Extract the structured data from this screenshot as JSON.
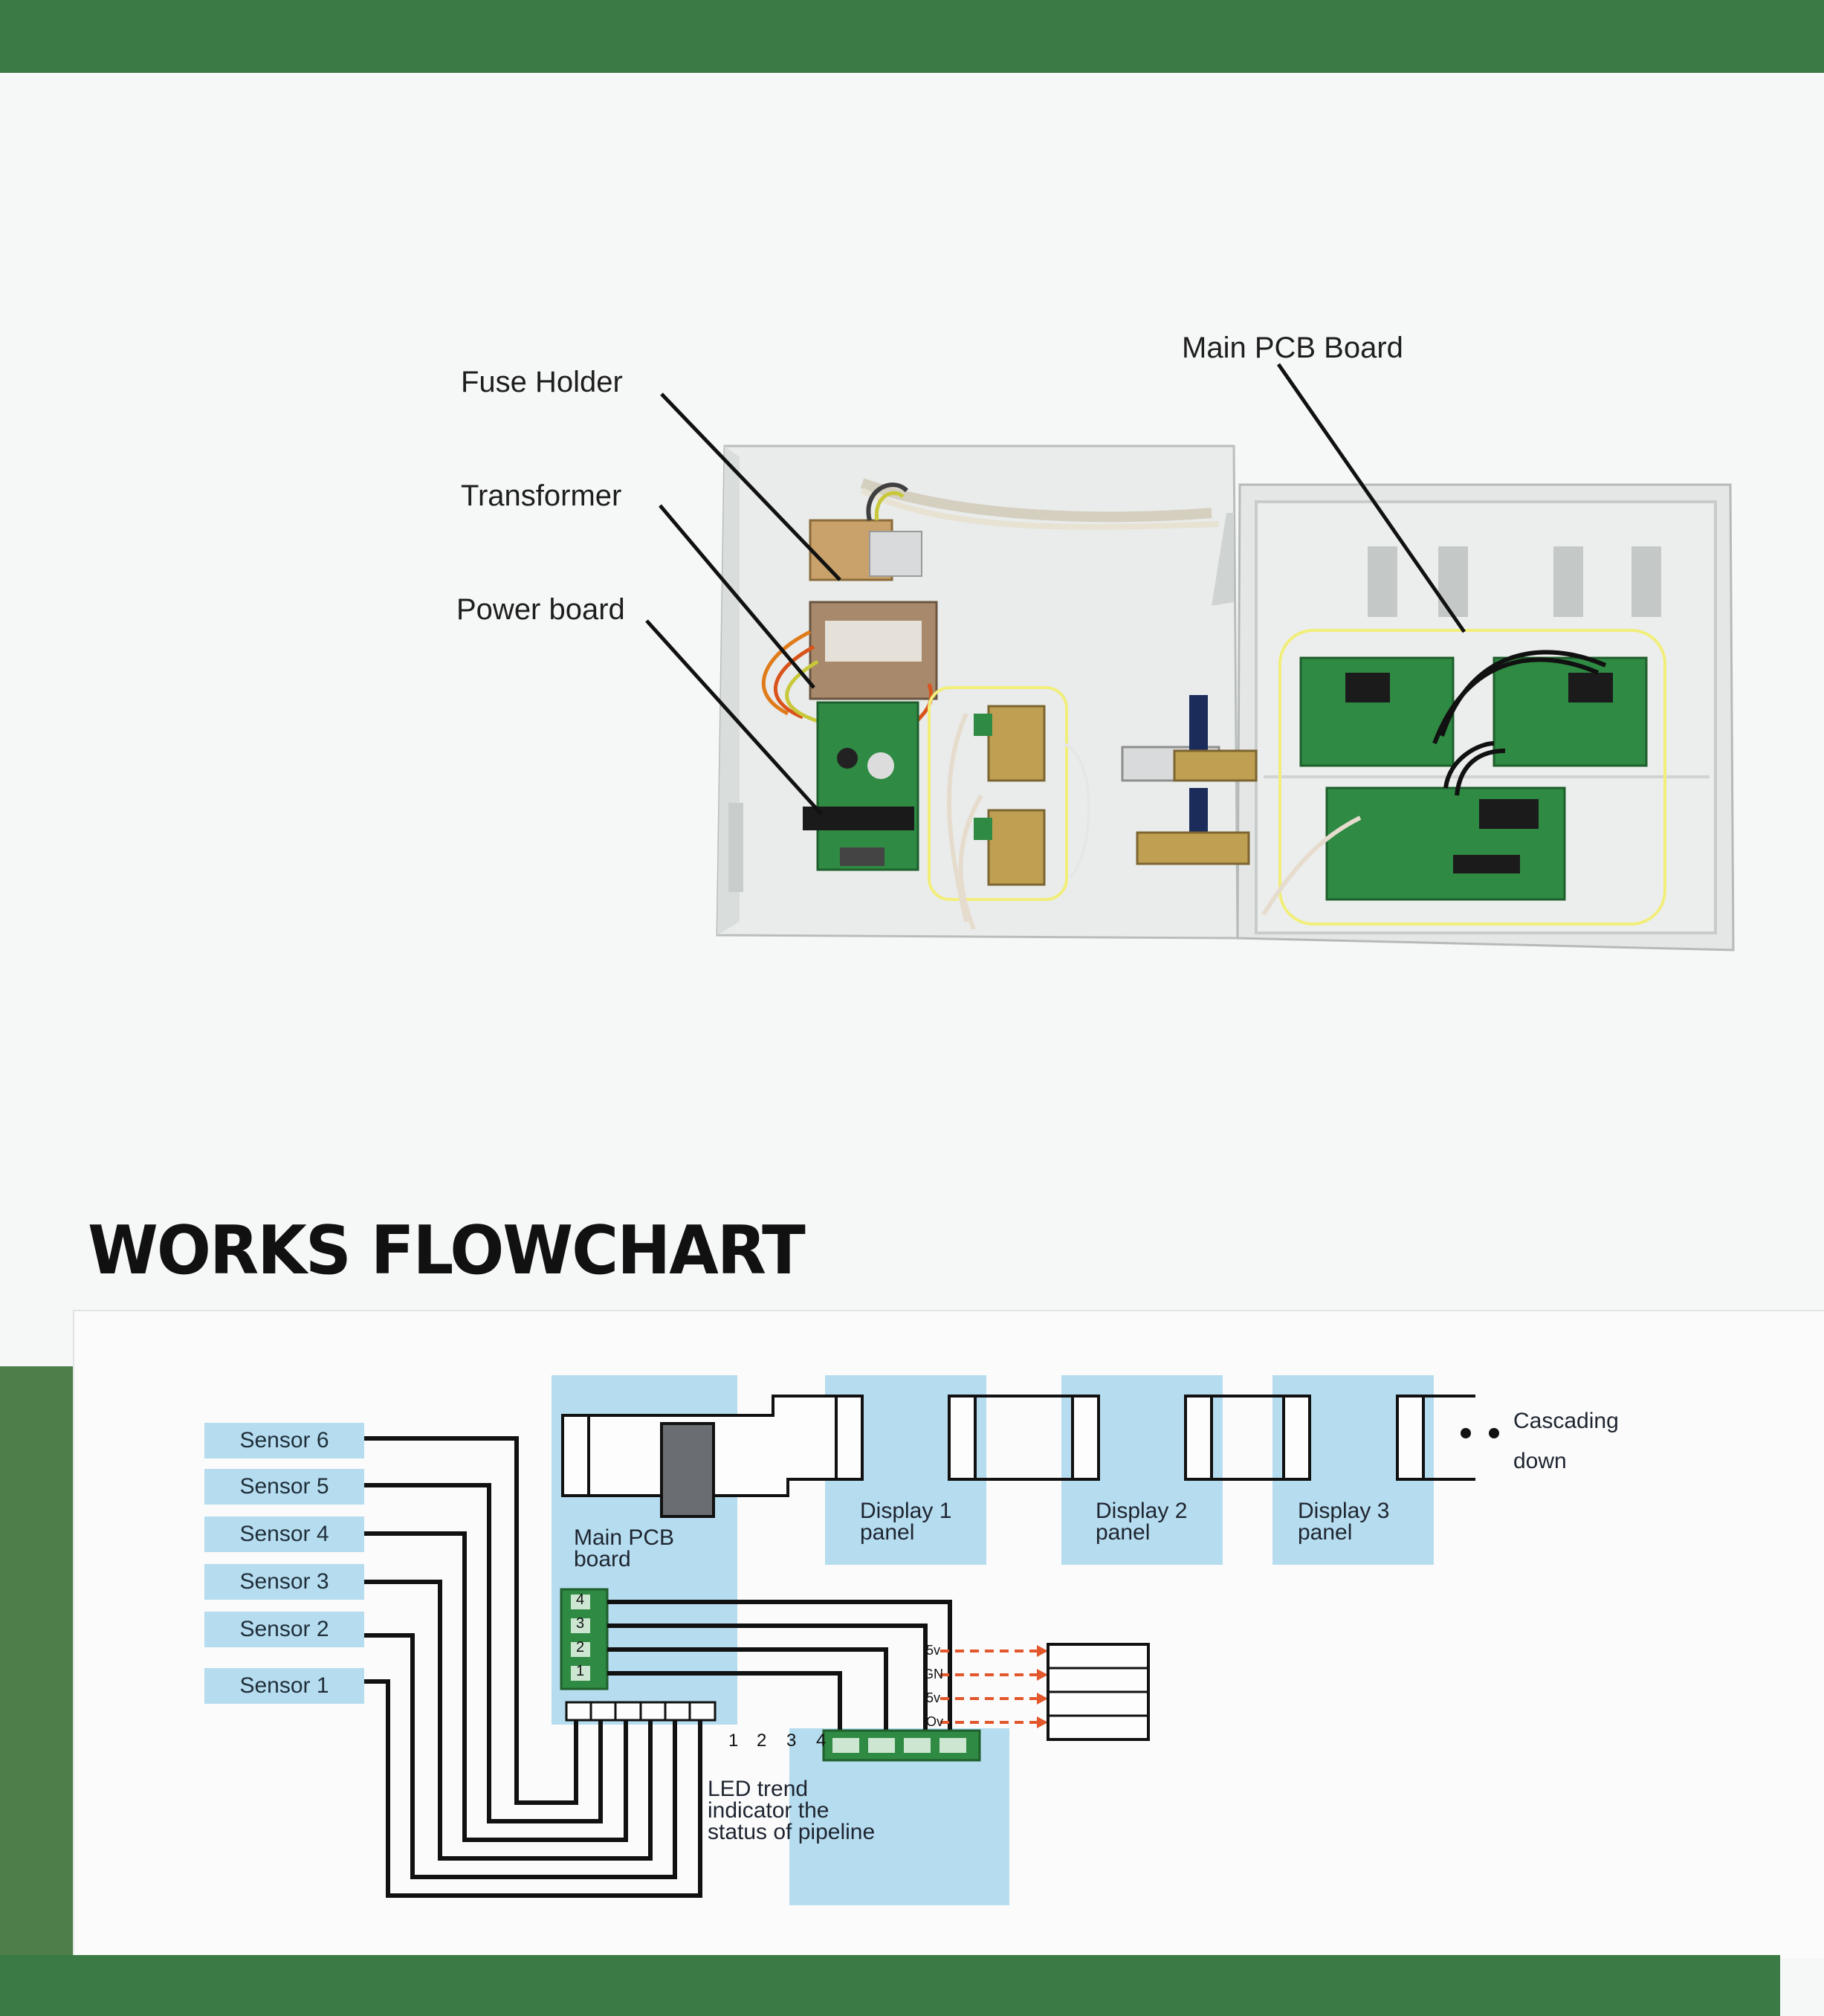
{
  "photo_labels": {
    "main_pcb": "Main PCB Board",
    "fuse_holder": "Fuse Holder",
    "transformer": "Transformer",
    "power_board": "Power board"
  },
  "flowchart": {
    "title": "WORKS FLOWCHART",
    "sensors": [
      "Sensor 6",
      "Sensor 5",
      "Sensor 4",
      "Sensor 3",
      "Sensor 2",
      "Sensor 1"
    ],
    "main_pcb_label": "Main PCB board",
    "displays": [
      "Display 1 panel",
      "Display 2 panel",
      "Display 3 panel"
    ],
    "cascading": "Cascading down",
    "led_label": "LED trend indicator the status of pipeline",
    "led_numbers": [
      "1",
      "2",
      "3",
      "4"
    ],
    "connector_numbers": [
      "4",
      "3",
      "2",
      "1"
    ],
    "relay_pins": [
      "5v",
      "GN",
      "5v",
      "Ov"
    ]
  },
  "colors": {
    "green": "#3b7a44",
    "light_blue": "#b6dcef",
    "pcb_green": "#2f8a43",
    "arrow_red": "#e2572b"
  }
}
